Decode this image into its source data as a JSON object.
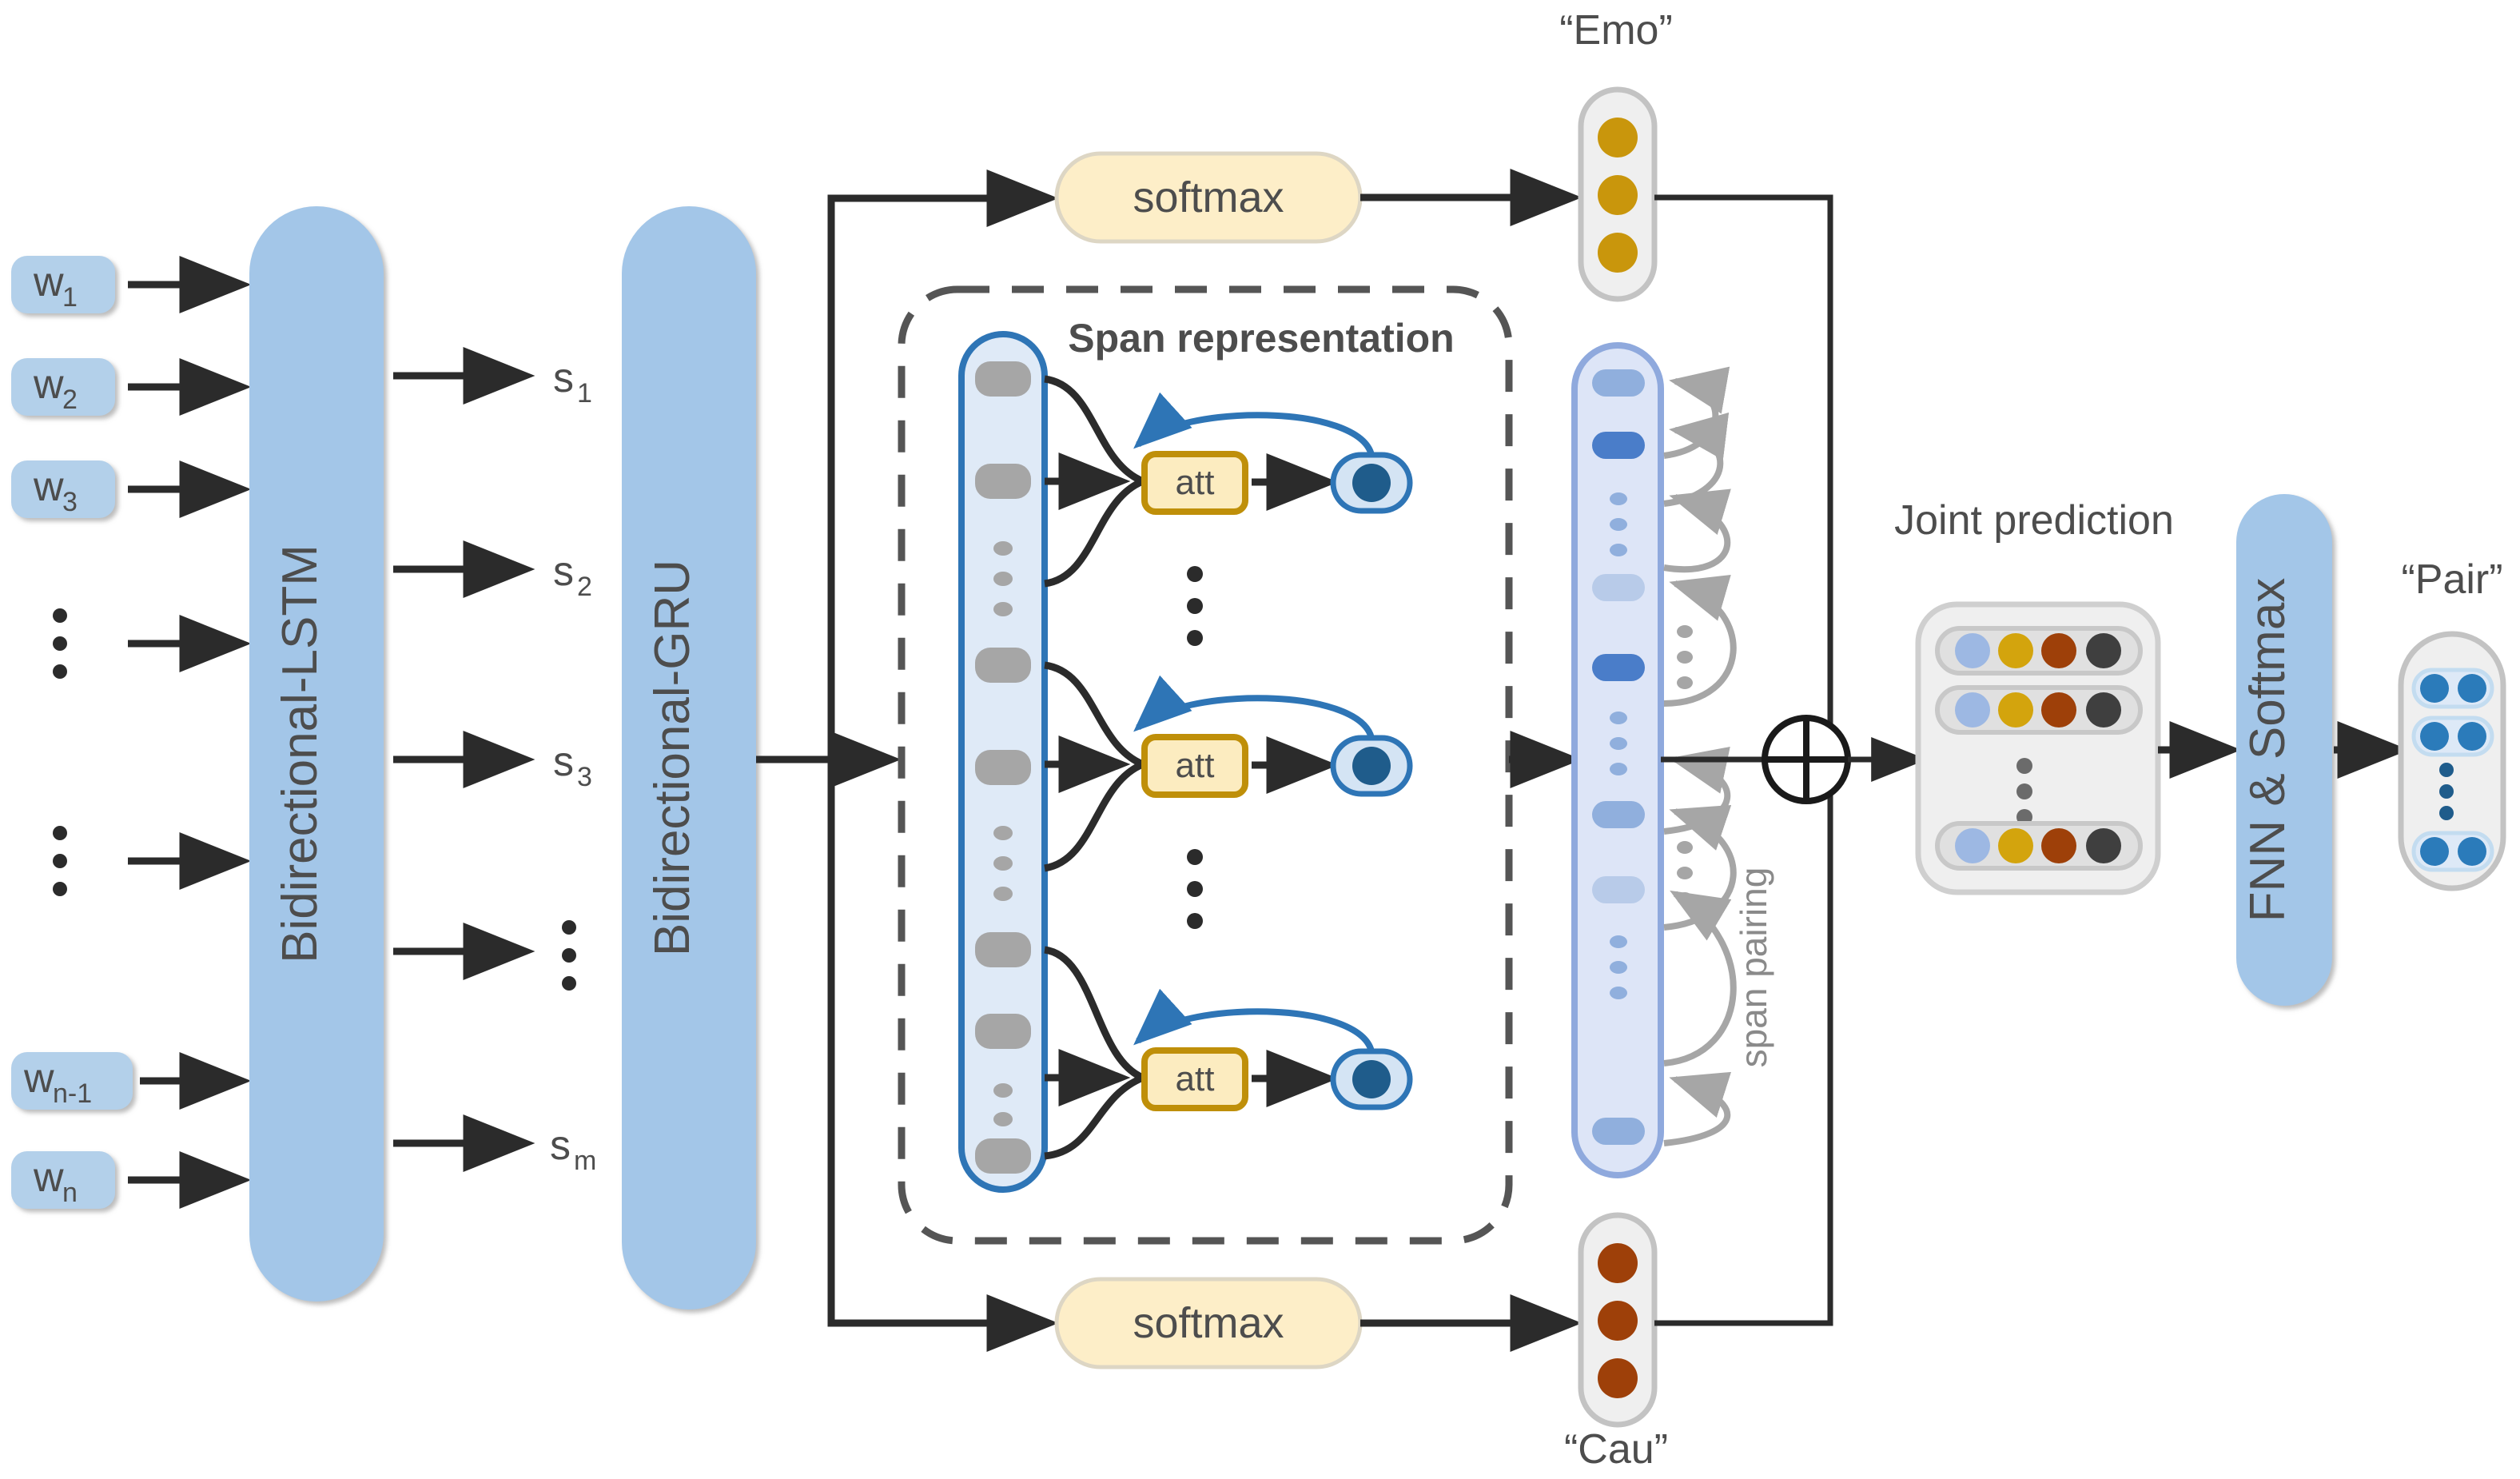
{
  "diagram": {
    "title_hidden": "",
    "inputs": {
      "words": [
        {
          "base": "w",
          "sub": "1"
        },
        {
          "base": "w",
          "sub": "2"
        },
        {
          "base": "w",
          "sub": "3"
        },
        {
          "base": "w",
          "sub": "n-1"
        },
        {
          "base": "w",
          "sub": "n"
        }
      ],
      "ellipsis_glyph": "⋮"
    },
    "encoder": {
      "lstm_label": "Bidirectional-LSTM",
      "gru_label": "Bidirectional-GRU"
    },
    "sentence_states": [
      {
        "base": "s",
        "sub": "1"
      },
      {
        "base": "s",
        "sub": "2"
      },
      {
        "base": "s",
        "sub": "3"
      },
      {
        "base": "s",
        "sub": "m"
      }
    ],
    "softmax_top_label": "softmax",
    "softmax_bottom_label": "softmax",
    "span_box": {
      "title": "Span representation",
      "att_label": "att",
      "att_count": 3
    },
    "emotion": {
      "quote_label": "“Emo”",
      "dot_count": 3,
      "dot_color": "#c9960c"
    },
    "cause": {
      "quote_label": "“Cau”",
      "dot_count": 3,
      "dot_color": "#9e4009"
    },
    "span_pairing": {
      "label": "span pairing",
      "arrow_color": "#a6a6a6"
    },
    "fusion": {
      "operator": "⊕"
    },
    "joint_prediction": {
      "label": "Joint prediction",
      "row_colors": [
        "#9db8e3",
        "#d3a40d",
        "#9e4009",
        "#3f3f3f"
      ],
      "row_count": 3,
      "ellipsis_glyph": "⋮"
    },
    "fnn": {
      "label": "FNN & Softmax"
    },
    "pair_output": {
      "quote_label": "“Pair”",
      "row_count": 3,
      "dot_color": "#2b7bba",
      "ellipsis_glyph": "⋮"
    },
    "colors": {
      "bar_blue": "#a3c6e8",
      "word_blue": "#b3d0ea",
      "softmax_cream": "#fdeec8",
      "softmax_border": "#d9d2c0",
      "att_fill": "#fcecc0",
      "att_border": "#bf8f09",
      "span_col_fill": "#dfeaf7",
      "span_col_border": "#2e75b6",
      "span_pill_grey": "#a6a6a6",
      "pair_col_fill": "#dde5f7",
      "pair_col_border": "#8fa9dd",
      "grey_panel": "#efefef",
      "grey_panel_border": "#bfbfbf",
      "dark_blue_dot": "#1f5c8b",
      "arrow_black": "#2b2b2b"
    }
  }
}
